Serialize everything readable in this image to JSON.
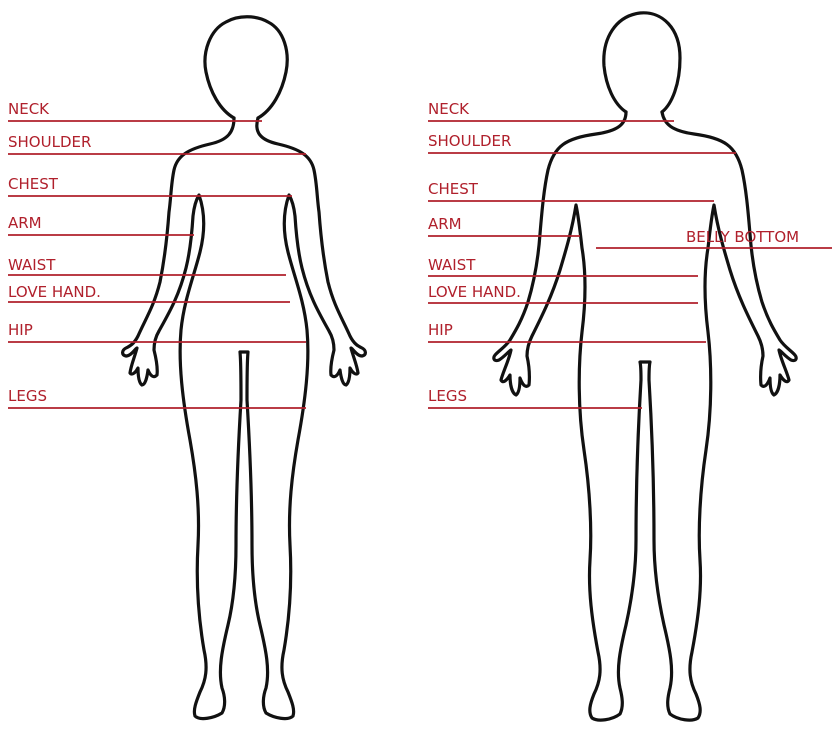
{
  "colors": {
    "line": "#b0202c",
    "label": "#b0202c",
    "outline": "#111111",
    "background": "#ffffff"
  },
  "female": {
    "labels": {
      "neck": "NECK",
      "shoulder": "SHOULDER",
      "chest": "CHEST",
      "arm": "ARM",
      "waist": "WAIST",
      "love_handles": "LOVE HAND.",
      "hip": "HIP",
      "legs": "LEGS"
    }
  },
  "male": {
    "labels": {
      "neck": "NECK",
      "shoulder": "SHOULDER",
      "chest": "CHEST",
      "arm": "ARM",
      "belly_bottom": "BELLY BOTTOM",
      "waist": "WAIST",
      "love_handles": "LOVE HAND.",
      "hip": "HIP",
      "legs": "LEGS"
    }
  }
}
